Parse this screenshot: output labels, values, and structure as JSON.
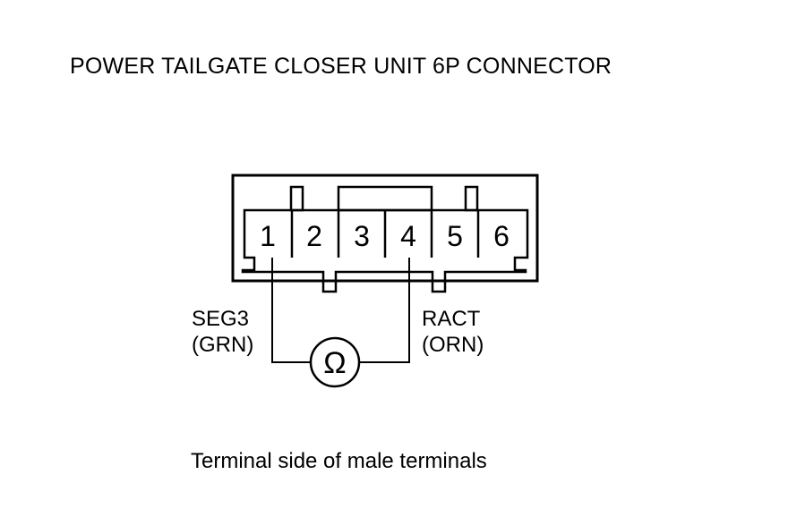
{
  "title": "POWER TAILGATE CLOSER UNIT 6P CONNECTOR",
  "caption": "Terminal side of male terminals",
  "connector": {
    "terminals": [
      "1",
      "2",
      "3",
      "4",
      "5",
      "6"
    ]
  },
  "wires": {
    "left": {
      "signal": "SEG3",
      "color": "(GRN)",
      "terminal": "1"
    },
    "right": {
      "signal": "RACT",
      "color": "(ORN)",
      "terminal": "4"
    }
  },
  "meter": {
    "symbol": "Ω"
  }
}
